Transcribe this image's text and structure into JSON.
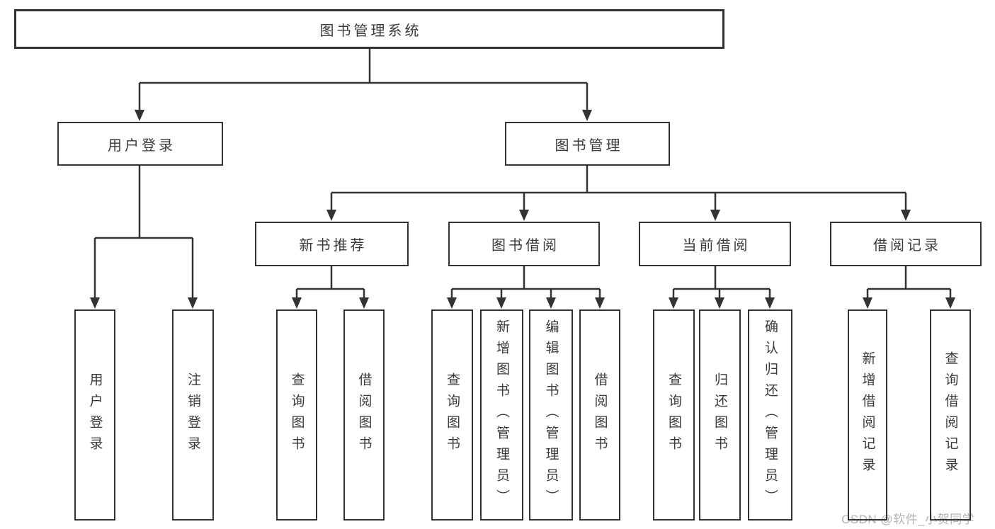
{
  "tree": {
    "label": "图书管理系统",
    "children": [
      {
        "label": "用户登录",
        "children": [
          {
            "label": "用户登录"
          },
          {
            "label": "注销登录"
          }
        ]
      },
      {
        "label": "图书管理",
        "children": [
          {
            "label": "新书推荐",
            "children": [
              {
                "label": "查询图书"
              },
              {
                "label": "借阅图书"
              }
            ]
          },
          {
            "label": "图书借阅",
            "children": [
              {
                "label": "查询图书"
              },
              {
                "label": "新增图书（管理员）"
              },
              {
                "label": "编辑图书（管理员）"
              },
              {
                "label": "借阅图书"
              }
            ]
          },
          {
            "label": "当前借阅",
            "children": [
              {
                "label": "查询图书"
              },
              {
                "label": "归还图书"
              },
              {
                "label": "确认归还（管理员）"
              }
            ]
          },
          {
            "label": "借阅记录",
            "children": [
              {
                "label": "新增借阅记录"
              },
              {
                "label": "查询借阅记录"
              }
            ]
          }
        ]
      }
    ]
  },
  "watermark": {
    "text": "CSDN @软件_小贺同学"
  },
  "colors": {
    "line": "#333333",
    "text": "#3a3a3a",
    "watermark": "#b3b3b8",
    "background": "#ffffff"
  }
}
